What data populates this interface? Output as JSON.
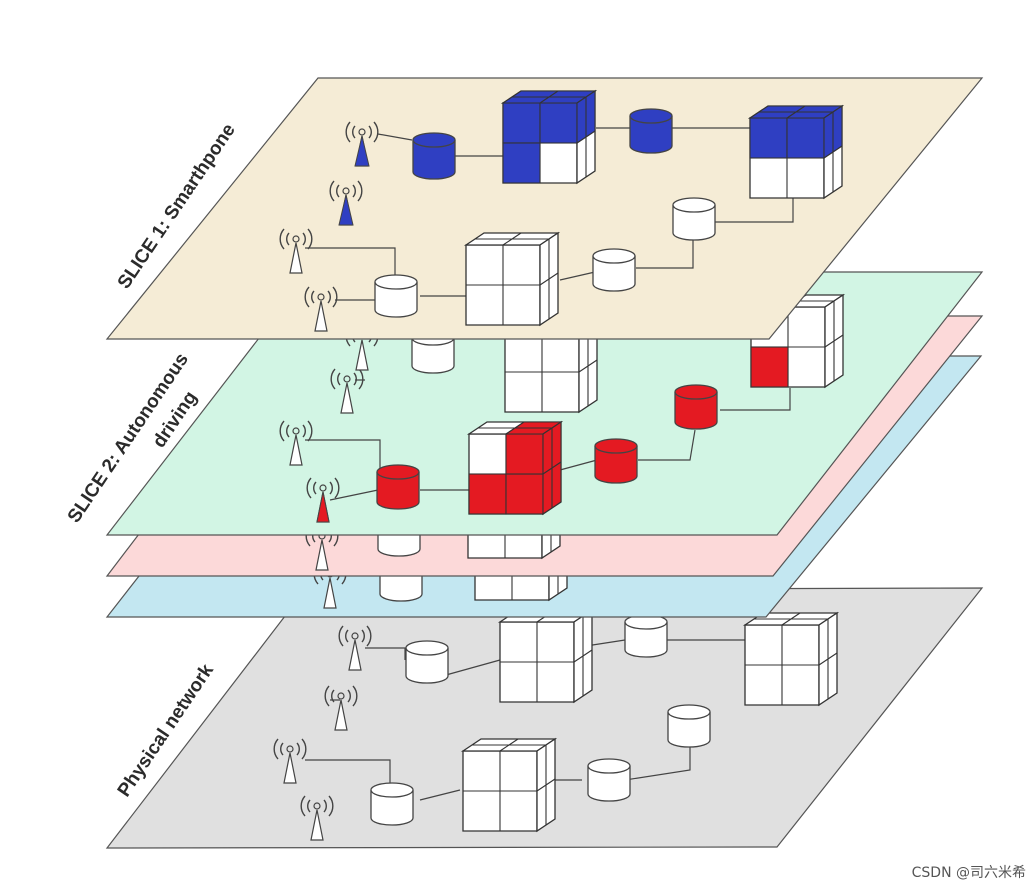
{
  "labels": {
    "slice1": "SLICE 1: Smarthpone",
    "slice2_line1": "SLICE 2: Autonomous",
    "slice2_line2": "driving",
    "physical": "Physical network"
  },
  "watermark": "CSDN @司六米希",
  "colors": {
    "slice1_plane": "#f5ecd6",
    "slice2_plane": "#d2f5e4",
    "pink_plane": "#fcd9d9",
    "blue_plane": "#c3e7f1",
    "physical_plane": "#e0e0e0",
    "slice1_accent": "#2f3fc2",
    "slice2_accent": "#e41a22"
  },
  "icons": [
    "antenna-icon",
    "database-icon",
    "server-cube-icon"
  ]
}
